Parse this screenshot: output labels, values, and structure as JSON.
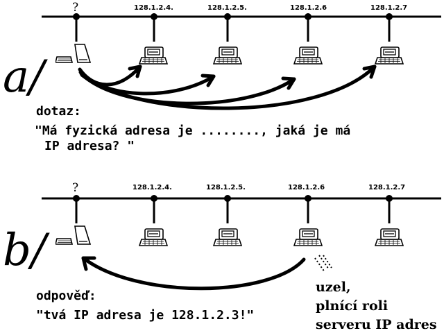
{
  "panels": [
    {
      "letter": "a/",
      "unknown_label": "?",
      "hosts": [
        "128.1.2.4.",
        "128.1.2.5.",
        "128.1.2.6",
        "128.1.2.7"
      ],
      "caption_title": "dotaz:",
      "caption_lines": [
        "\"Má fyzická adresa je ........, jaká je má",
        "IP adresa? \""
      ]
    },
    {
      "letter": "b/",
      "unknown_label": "?",
      "hosts": [
        "128.1.2.4.",
        "128.1.2.5.",
        "128.1.2.6",
        "128.1.2.7"
      ],
      "caption_title": "odpověď:",
      "caption_lines": [
        "\"tvá IP adresa je 128.1.2.3!\""
      ],
      "server_note": [
        "uzel,",
        "plnící roli",
        "serveru IP adres"
      ]
    }
  ]
}
